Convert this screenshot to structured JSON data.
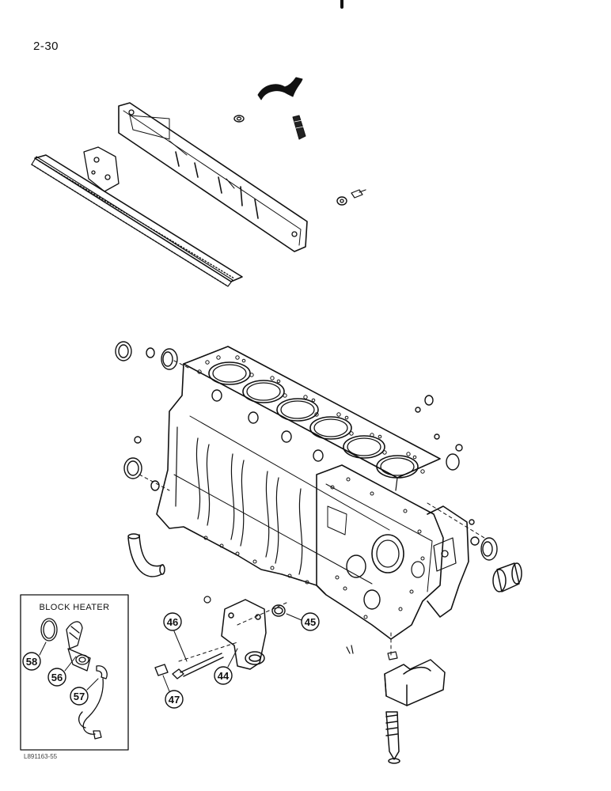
{
  "page": {
    "number": "2-30",
    "figure_code": "L891163-55"
  },
  "inset": {
    "title": "BLOCK HEATER"
  },
  "callouts": {
    "c44": "44",
    "c45": "45",
    "c46": "46",
    "c47": "47",
    "c56": "56",
    "c57": "57",
    "c58": "58"
  }
}
